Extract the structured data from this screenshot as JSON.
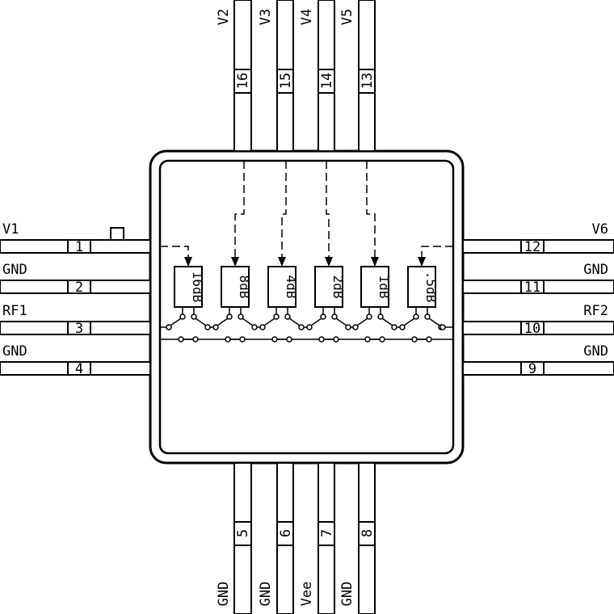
{
  "pins": {
    "p1": {
      "number": "1",
      "signal": "V1"
    },
    "p2": {
      "number": "2",
      "signal": "GND"
    },
    "p3": {
      "number": "3",
      "signal": "RF1"
    },
    "p4": {
      "number": "4",
      "signal": "GND"
    },
    "p5": {
      "number": "5",
      "signal": "GND"
    },
    "p6": {
      "number": "6",
      "signal": "GND"
    },
    "p7": {
      "number": "7",
      "signal": "Vee"
    },
    "p8": {
      "number": "8",
      "signal": "GND"
    },
    "p9": {
      "number": "9",
      "signal": "GND"
    },
    "p10": {
      "number": "10",
      "signal": "RF2"
    },
    "p11": {
      "number": "11",
      "signal": "GND"
    },
    "p12": {
      "number": "12",
      "signal": "V6"
    },
    "p13": {
      "number": "13",
      "signal": "V5"
    },
    "p14": {
      "number": "14",
      "signal": "V4"
    },
    "p15": {
      "number": "15",
      "signal": "V3"
    },
    "p16": {
      "number": "16",
      "signal": "V2"
    }
  },
  "attenuators": {
    "a16": "16dB",
    "a8": "8dB",
    "a4": "4dB",
    "a2": "2dB",
    "a1": "1dB",
    "a05": ".5dB"
  }
}
